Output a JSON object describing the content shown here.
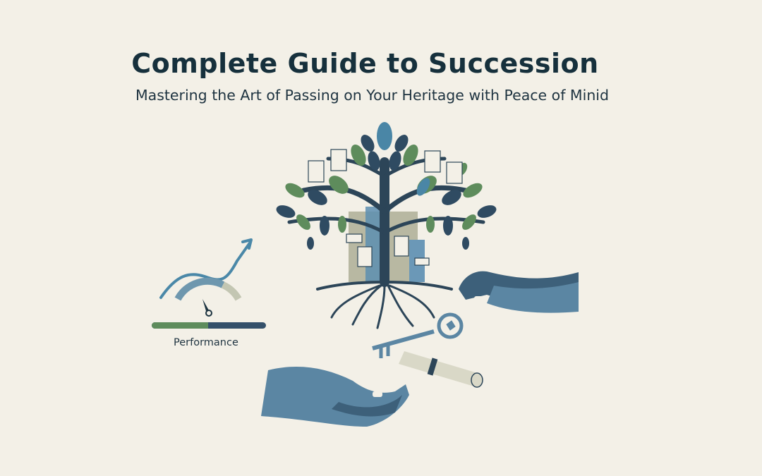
{
  "header": {
    "title": "Complete Guide to Succession",
    "subtitle": "Mastering the Art of Passing on Your Heritage with Peace of Minid"
  },
  "illustration": {
    "performance_widget": {
      "label": "Performance",
      "icons": [
        "trend-arrow-icon",
        "gauge-icon",
        "progress-bar"
      ]
    },
    "central": [
      "family-tree",
      "documents",
      "buildings",
      "roots"
    ],
    "handover": [
      "giving-hand",
      "key-icon",
      "scroll-icon",
      "receiving-hand"
    ]
  },
  "colors": {
    "background": "#f3f0e7",
    "text": "#16303c",
    "green": "#5c8a5e",
    "navy": "#2f4b62",
    "blue": "#4f7fa0",
    "sage": "#b9bba6"
  }
}
